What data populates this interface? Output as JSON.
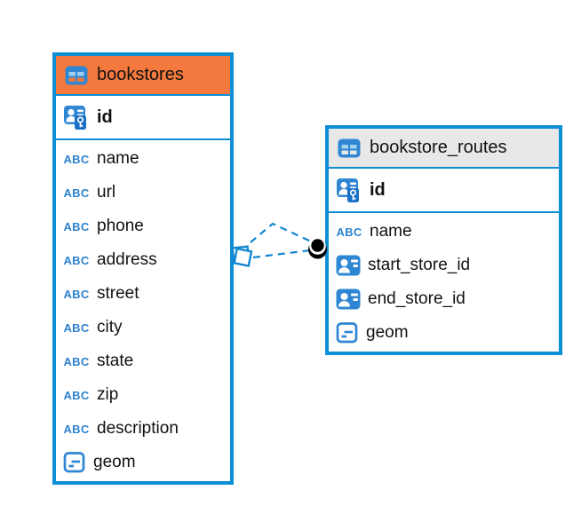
{
  "colors": {
    "table_border_blue": "#0d8fd6",
    "icon_blue": "#2f86d3",
    "icon_light_blue_cell": "#9fd0ef",
    "bookstores_header_orange": "#f4793e",
    "routes_header_gray": "#e8e8e8",
    "text_black": "#111111",
    "relation_dashed_blue": "#1287d1",
    "relation_dot_black": "#000000"
  },
  "icons": {
    "text_type_glyph": "ABC"
  },
  "tables": [
    {
      "name": "bookstores",
      "header_style": "orange",
      "columns": [
        {
          "name": "id",
          "icon": "primary-key"
        },
        {
          "name": "name",
          "icon": "text"
        },
        {
          "name": "url",
          "icon": "text"
        },
        {
          "name": "phone",
          "icon": "text"
        },
        {
          "name": "address",
          "icon": "text"
        },
        {
          "name": "street",
          "icon": "text"
        },
        {
          "name": "city",
          "icon": "text"
        },
        {
          "name": "state",
          "icon": "text"
        },
        {
          "name": "zip",
          "icon": "text"
        },
        {
          "name": "description",
          "icon": "text"
        },
        {
          "name": "geom",
          "icon": "geometry"
        }
      ]
    },
    {
      "name": "bookstore_routes",
      "header_style": "gray",
      "columns": [
        {
          "name": "id",
          "icon": "primary-key"
        },
        {
          "name": "name",
          "icon": "text"
        },
        {
          "name": "start_store_id",
          "icon": "foreign-key"
        },
        {
          "name": "end_store_id",
          "icon": "foreign-key"
        },
        {
          "name": "geom",
          "icon": "geometry"
        }
      ]
    }
  ],
  "relation": {
    "style": "dashed",
    "between": [
      "bookstores",
      "bookstore_routes"
    ]
  }
}
